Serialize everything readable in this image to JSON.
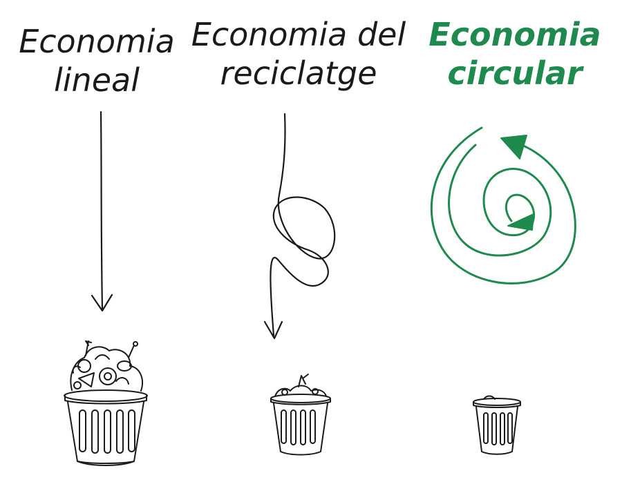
{
  "columns": [
    {
      "id": "linear",
      "title_line1": "Economia",
      "title_line2": "lineal",
      "color": "#1a1a1a"
    },
    {
      "id": "recycle",
      "title_line1": "Economia del",
      "title_line2": "reciclatge",
      "color": "#1a1a1a"
    },
    {
      "id": "circular",
      "title_line1": "Economia",
      "title_line2": "circular",
      "color": "#1e8a4e"
    }
  ],
  "icons": {
    "linear_arrow": "straight-down-arrow-icon",
    "recycle_arrow": "looped-down-arrow-icon",
    "circular_arrow": "spiral-arrow-icon",
    "bin": "trash-bin-icon"
  }
}
